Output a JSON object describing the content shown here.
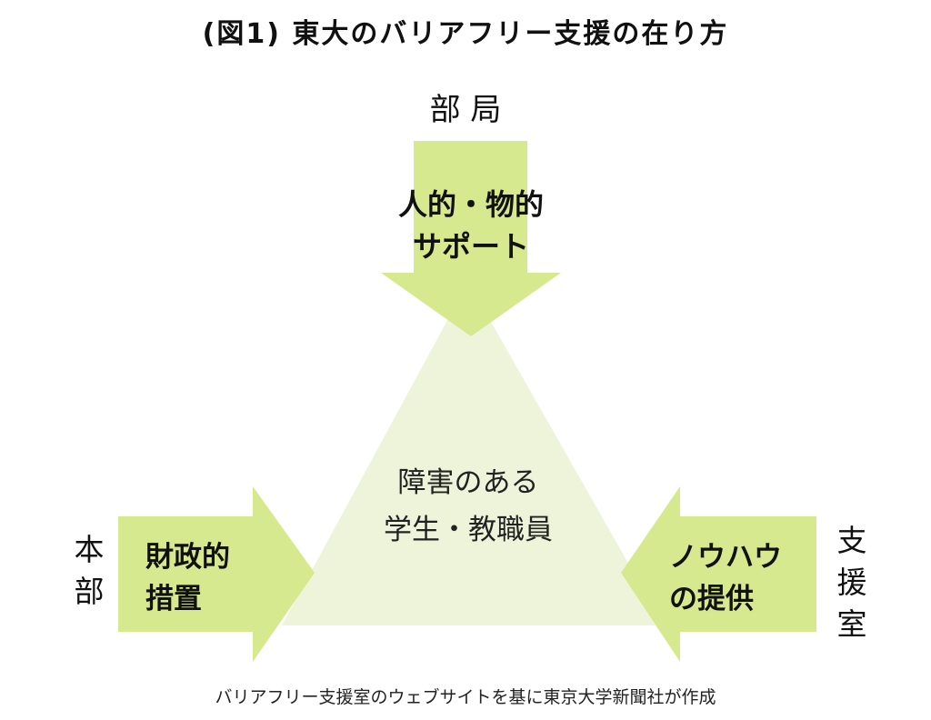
{
  "title": "(図1) 東大のバリアフリー支援の在り方",
  "colors": {
    "arrow": "#d6e98f",
    "triangle": "#eef4da",
    "text": "#111111"
  },
  "top": {
    "source": "部 局",
    "arrow_line1": "人的・物的",
    "arrow_line2": "サポート"
  },
  "left": {
    "source_chars": [
      "本",
      "部"
    ],
    "arrow_line1": "財政的",
    "arrow_line2": "措置"
  },
  "right": {
    "source_chars": [
      "支",
      "援",
      "室"
    ],
    "arrow_line1": "ノウハウ",
    "arrow_line2": "の提供"
  },
  "center": {
    "line1": "障害のある",
    "line2": "学生・教職員"
  },
  "footer": "バリアフリー支援室のウェブサイトを基に東京大学新聞社が作成"
}
